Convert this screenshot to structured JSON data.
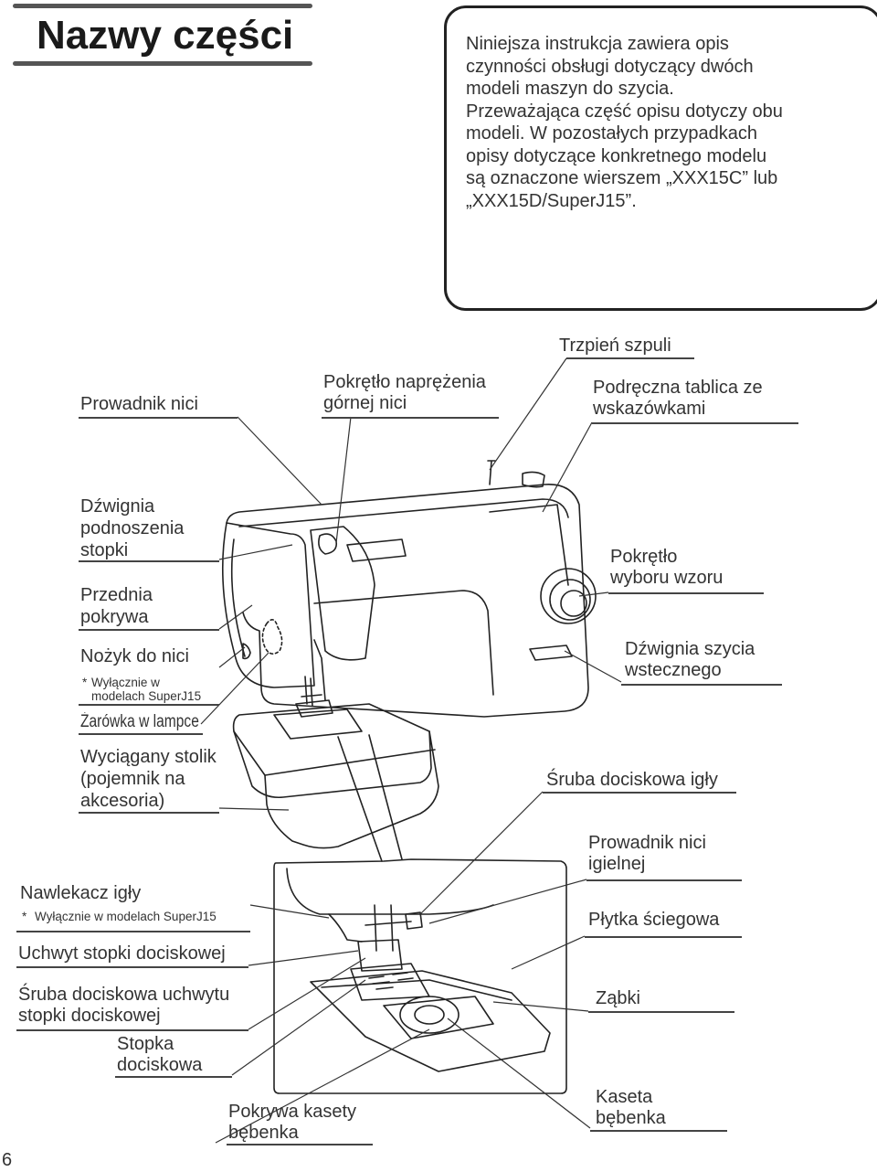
{
  "page": {
    "title": "Nazwy części",
    "page_number": "6"
  },
  "intro": {
    "lines": [
      "Niniejsza instrukcja zawiera opis",
      "czynności obsługi dotyczący dwóch",
      "modeli maszyn do szycia.",
      "Przeważająca część opisu dotyczy obu",
      "modeli. W pozostałych przypadkach",
      "opisy dotyczące konkretnego modelu",
      "są oznaczone wierszem „XXX15C” lub",
      "„XXX15D/SuperJ15”."
    ]
  },
  "labels": {
    "thread_guide": "Prowadnik nici",
    "tension_dial": [
      "Pokrętło naprężenia",
      "górnej nici"
    ],
    "spool_pin": "Trzpień szpuli",
    "reference_chart": [
      "Podręczna tablica ze",
      "wskazówkami"
    ],
    "take_up_lever": [
      "Dźwignia",
      "podnoszenia",
      "stopki"
    ],
    "front_cover": [
      "Przednia",
      "pokrywa"
    ],
    "thread_cutter": "Nożyk do nici",
    "thread_cutter_note": [
      "Wyłącznie w",
      "modelach SuperJ15"
    ],
    "bulb": "Żarówka w lampce",
    "extension_table": [
      "Wyciągany stolik",
      "(pojemnik na",
      "akcesoria)"
    ],
    "pattern_dial": [
      "Pokrętło",
      "wyboru wzoru"
    ],
    "reverse_lever": [
      "Dźwignia szycia",
      "wstecznego"
    ],
    "needle_clamp_screw": "Śruba dociskowa igły",
    "needle_threader": "Nawlekacz igły",
    "needle_threader_note": "Wyłącznie w modelach SuperJ15",
    "needle_thread_guide": [
      "Prowadnik nici",
      "igielnej"
    ],
    "needle_plate": "Płytka ściegowa",
    "presser_foot_holder": "Uchwyt stopki dociskowej",
    "presser_foot_holder_screw": [
      "Śruba dociskowa uchwytu",
      "stopki dociskowej"
    ],
    "feed_dogs": "Ząbki",
    "presser_foot": [
      "Stopka",
      "dociskowa"
    ],
    "bobbin_case": [
      "Kaseta",
      "bębenka"
    ],
    "bobbin_cover": [
      "Pokrywa kasety",
      "bębenka"
    ],
    "note_star": "*"
  }
}
